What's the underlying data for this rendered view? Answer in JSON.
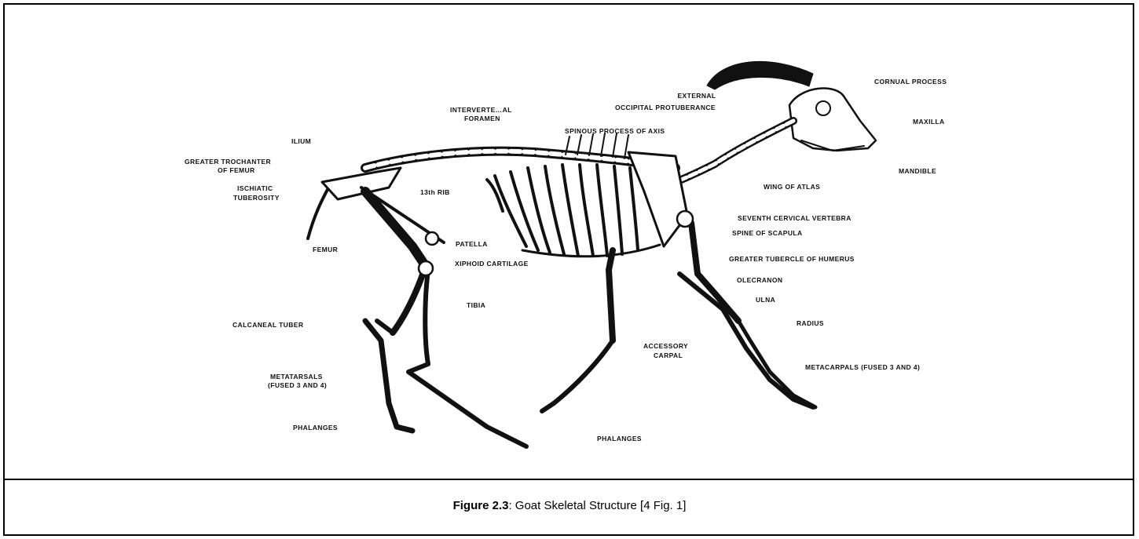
{
  "labels": {
    "cornual_process": "CORNUAL PROCESS",
    "external": "EXTERNAL",
    "occipital_protuberance": "OCCIPITAL  PROTUBERANCE",
    "maxilla": "MAXILLA",
    "intervertebral": "INTERVERTE…AL",
    "foramen": "FORAMEN",
    "spinous_process_of_axis": "SPINOUS PROCESS OF AXIS",
    "mandible": "MANDIBLE",
    "ilium": "ILIUM",
    "greater_trochanter": "GREATER TROCHANTER",
    "of_femur": "OF FEMUR",
    "wing_of_atlas": "WING OF ATLAS",
    "ischiatic": "ISCHIATIC",
    "tuberosity": "TUBEROSITY",
    "rib_13": "13th RIB",
    "seventh_cervical_vertebra": "SEVENTH CERVICAL VERTEBRA",
    "spine_of_scapula": "SPINE OF SCAPULA",
    "patella": "PATELLA",
    "femur": "FEMUR",
    "xiphoid_cartilage": "XIPHOID CARTILAGE",
    "greater_tubercle_of_humerus": "GREATER TUBERCLE OF HUMERUS",
    "olecranon": "OLECRANON",
    "tibia": "TIBIA",
    "ulna": "ULNA",
    "calcaneal_tuber": "CALCANEAL TUBER",
    "radius": "RADIUS",
    "accessory": "ACCESSORY",
    "carpal": "CARPAL",
    "metacarpals": "METACARPALS  (FUSED  3  AND 4)",
    "metatarsals": "METATARSALS",
    "fused_3_and_4": "(FUSED 3 AND 4)",
    "phalanges_hind": "PHALANGES",
    "phalanges_fore": "PHALANGES"
  },
  "caption": {
    "label": "Figure 2.3",
    "text": ": Goat Skeletal Structure [4 Fig. 1]"
  }
}
